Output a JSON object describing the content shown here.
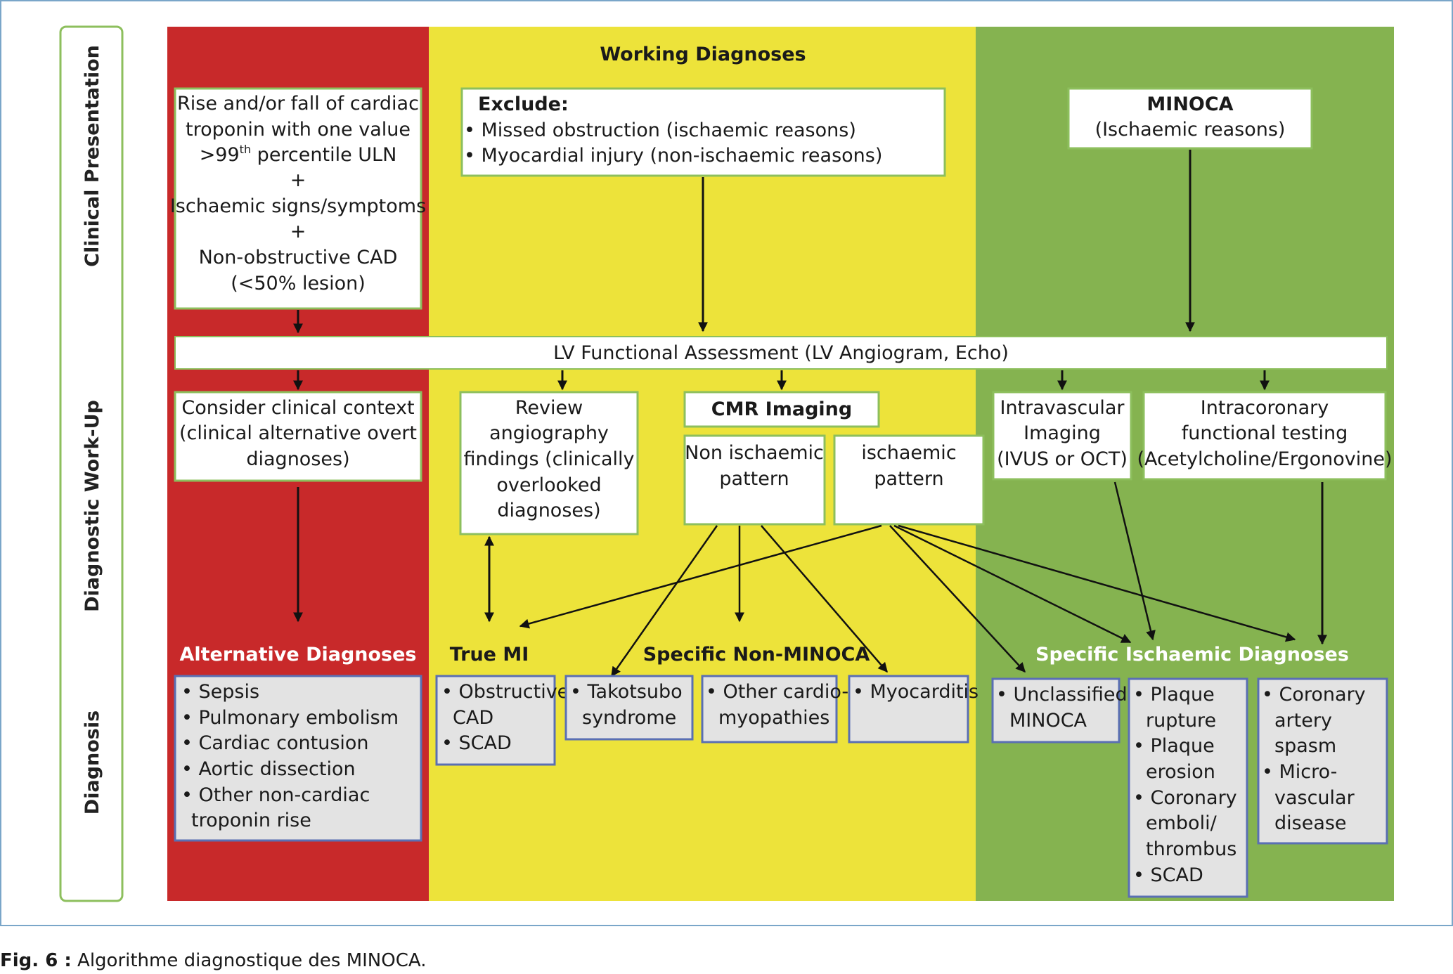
{
  "colors": {
    "red": "#c8292a",
    "yellow": "#ede33a",
    "green": "#85b350",
    "frame_green": "#8dbf5d",
    "box_fill_grey": "#e3e3e3",
    "box_border_blue": "#5a6fb3",
    "header_red_text": "#ffffff",
    "header_dark_text": "#1a1a1a"
  },
  "row_labels": {
    "clinical": "Clinical Presentation",
    "workup": "Diagnostic Work-Up",
    "diagnosis": "Diagnosis"
  },
  "headers": {
    "working": "Working Diagnoses",
    "alternative": "Alternative Diagnoses",
    "true_mi": "True MI",
    "non_minoca": "Specific Non-MINOCA",
    "ischaemic": "Specific Ischaemic Diagnoses"
  },
  "presentation_box": {
    "line1": "Rise and/or fall of cardiac",
    "line2": "troponin with one value",
    "line3_main": ">99",
    "line3_sup": "th",
    "line3_rest": " percentile ULN",
    "plus1": "+",
    "line4": "Ischaemic signs/symptoms",
    "plus2": "+",
    "line5": "Non-obstructive CAD",
    "line6": "(<50% lesion)"
  },
  "exclude_box": {
    "title": "Exclude:",
    "item1": "• Missed obstruction (ischaemic reasons)",
    "item2": "• Myocardial injury (non-ischaemic reasons)"
  },
  "minoca_box": {
    "title": "MINOCA",
    "subtitle": "(Ischaemic reasons)"
  },
  "lv_bar": "LV Functional Assessment (LV Angiogram, Echo)",
  "consider_box": {
    "line1": "Consider clinical context",
    "line2": "(clinical alternative overt",
    "line3": "diagnoses)"
  },
  "review_box": {
    "line1": "Review",
    "line2": "angiography",
    "line3": "findings (clinically",
    "line4": "overlooked",
    "line5": "diagnoses)"
  },
  "cmr_box": "CMR Imaging",
  "non_isch_box": {
    "line1": "Non ischaemic",
    "line2": "pattern"
  },
  "isch_box": {
    "line1": "ischaemic",
    "line2": "pattern"
  },
  "intravascular_box": {
    "line1": "Intravascular",
    "line2": "Imaging",
    "line3": "(IVUS or OCT)"
  },
  "intracoronary_box": {
    "line1": "Intracoronary",
    "line2": "functional testing",
    "line3": "(Acetylcholine/Ergonovine)"
  },
  "alt_list": {
    "l1": "• Sepsis",
    "l2": "• Pulmonary embolism",
    "l3": "• Cardiac contusion",
    "l4": "• Aortic dissection",
    "l5": "• Other non-cardiac",
    "l6": "troponin rise"
  },
  "truemi_list": {
    "l1": "• Obstructive",
    "l2": "CAD",
    "l3": "• SCAD"
  },
  "takotsubo_list": {
    "l1": "• Takotsubo",
    "l2": "syndrome"
  },
  "cardiomyo_list": {
    "l1": "• Other cardio-",
    "l2": "myopathies"
  },
  "myocarditis_list": {
    "l1": "• Myocarditis"
  },
  "unclassified_list": {
    "l1": "• Unclassified",
    "l2": "MINOCA"
  },
  "plaque_list": {
    "l1": "• Plaque",
    "l2": "rupture",
    "l3": "• Plaque",
    "l4": "erosion",
    "l5": "• Coronary",
    "l6": "emboli/",
    "l7": "thrombus",
    "l8": "• SCAD"
  },
  "spasm_list": {
    "l1": "• Coronary",
    "l2": "artery",
    "l3": "spasm",
    "l4": "• Micro-",
    "l5": "vascular",
    "l6": "disease"
  },
  "caption": {
    "label": "Fig. 6 :",
    "text": " Algorithme diagnostique des MINOCA."
  }
}
